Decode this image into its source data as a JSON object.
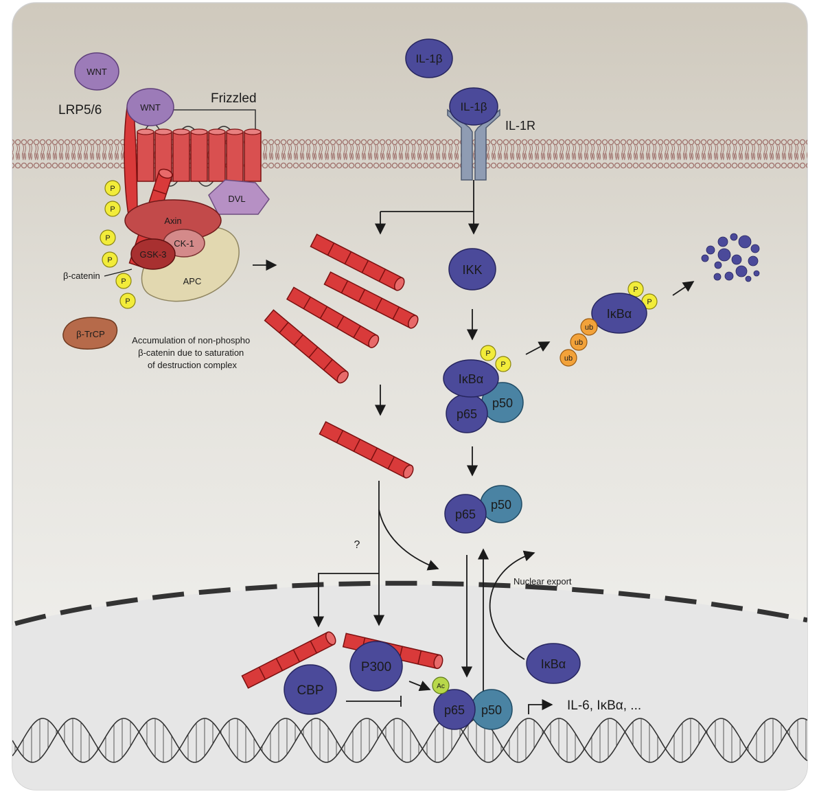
{
  "colors": {
    "cytoplasm_top": "#cfc9bd",
    "cytoplasm_bottom": "#f4f4f2",
    "nucleus": "#e6e6e6",
    "membrane": "#9e6f6a",
    "catenin_red": "#d93a3a",
    "catenin_dark": "#8f1414",
    "nfkb_purple": "#4b4a9a",
    "p50_teal": "#4a83a3",
    "wnt_purple": "#9c7bb8",
    "phospho_yellow": "#f2ec3a",
    "ub_orange": "#f2a23a",
    "apc_tan": "#e2d8b0",
    "receptor_gray": "#8f9cb3",
    "acetyl_green": "#b8d84a"
  },
  "labels": {
    "wnt_free": "WNT",
    "wnt_bound": "WNT",
    "lrp": "LRP5/6",
    "frizzled": "Frizzled",
    "dvl": "DVL",
    "axin": "Axin",
    "gsk3": "GSK-3",
    "ck1": "CK-1",
    "apc": "APC",
    "beta_catenin": "β-catenin",
    "btrcp": "β-TrCP",
    "phospho": "P",
    "accumulation": [
      "Accumulation of non-phospho",
      "β-catenin due to saturation",
      "of destruction complex"
    ],
    "il1b_free": "IL-1β",
    "il1b_bound": "IL-1β",
    "il1r": "IL-1R",
    "ikk": "IKK",
    "ikba_complex": "IκBα",
    "ikba_ub": "IκBα",
    "ub": "ub",
    "p65": "p65",
    "p50": "p50",
    "question": "?",
    "nuclear_export": "Nuclear export",
    "ikba_nuclear": "IκBα",
    "cbp": "CBP",
    "p300": "P300",
    "ac": "Ac",
    "target_genes": "IL-6, IκBα, ..."
  }
}
